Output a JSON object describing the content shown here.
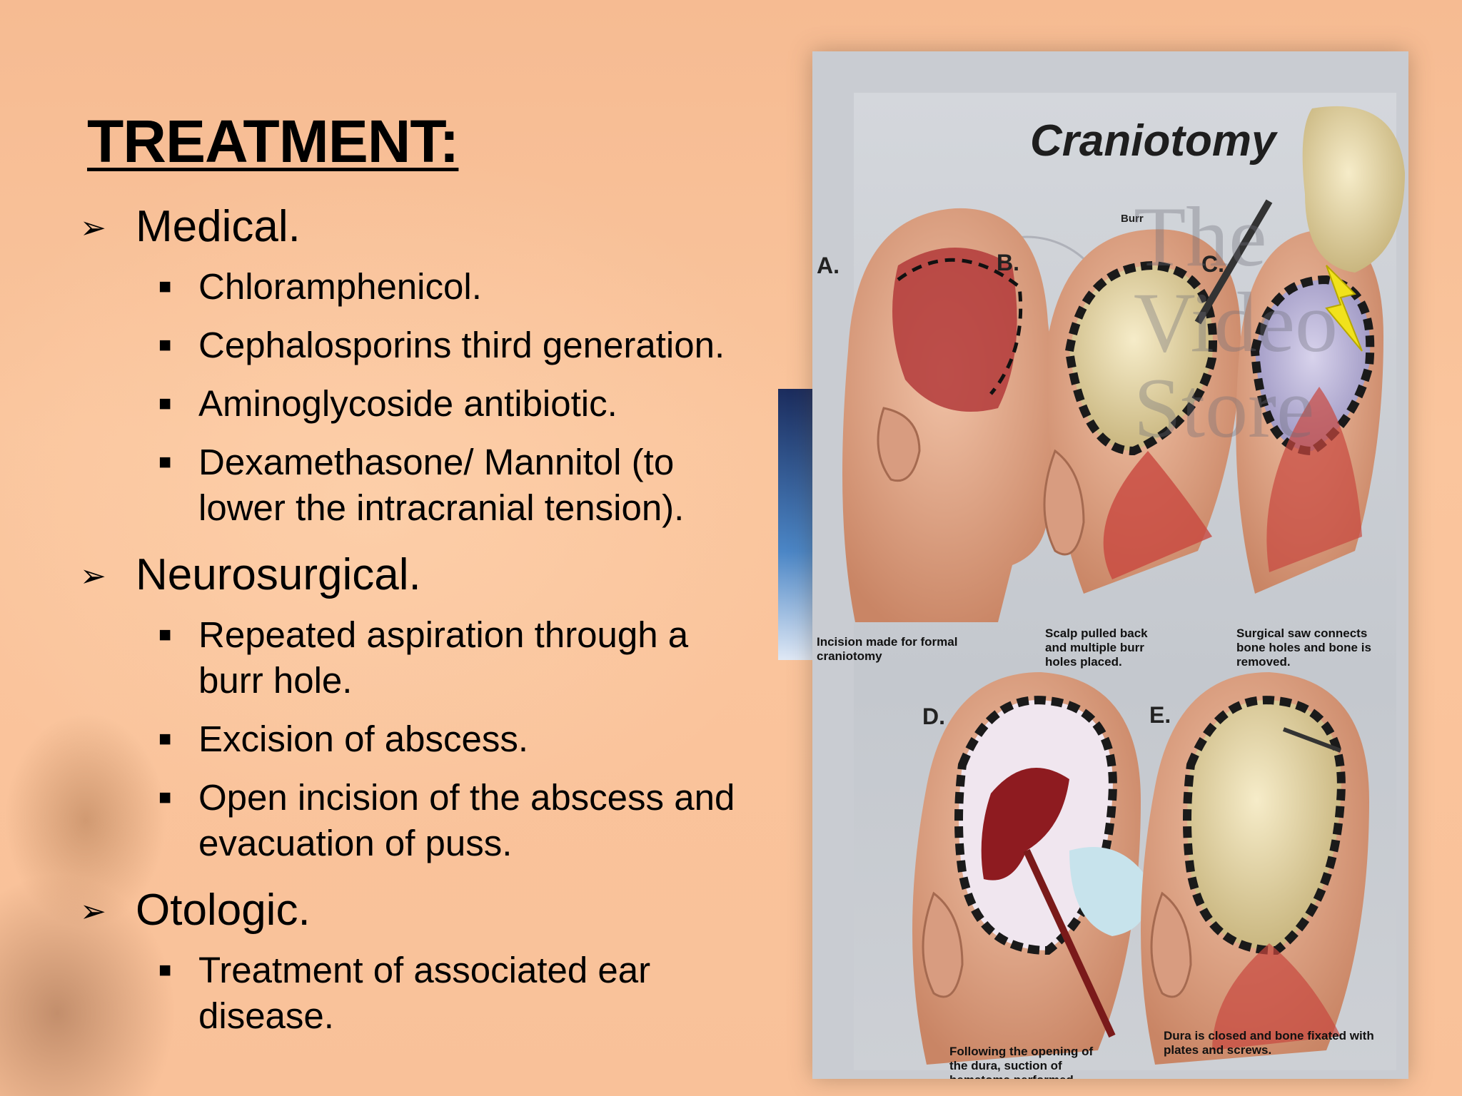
{
  "slide": {
    "title": "TREATMENT:",
    "sections": [
      {
        "heading": "Medical.",
        "items": [
          [
            "Chloramphenicol."
          ],
          [
            "Cephalosporins third generation."
          ],
          [
            "Aminoglycoside antibiotic."
          ],
          [
            "Dexamethasone/ Mannitol (to",
            "lower the intracranial tension)."
          ]
        ]
      },
      {
        "heading": "Neurosurgical.",
        "items": [
          [
            "Repeated aspiration through a",
            "burr hole."
          ],
          [
            "Excision of abscess."
          ],
          [
            "Open incision of the abscess and",
            "evacuation of puss."
          ]
        ]
      },
      {
        "heading": "Otologic.",
        "items": [
          [
            "Treatment of associated ear",
            "disease."
          ]
        ]
      }
    ]
  },
  "figure": {
    "title": "Craniotomy",
    "burr_label": "Burr",
    "panels": [
      {
        "letter": "A.",
        "caption": "Incision made for formal craniotomy"
      },
      {
        "letter": "B.",
        "caption": "Scalp pulled back and multiple burr holes placed."
      },
      {
        "letter": "C.",
        "caption": "Surgical saw connects bone holes and bone is removed."
      },
      {
        "letter": "D.",
        "caption": "Following the opening of the dura, suction of hematoma performed."
      },
      {
        "letter": "E.",
        "caption": "Dura is closed and bone fixated with plates and screws."
      }
    ],
    "watermark": [
      "The",
      "Video",
      "Store"
    ]
  }
}
